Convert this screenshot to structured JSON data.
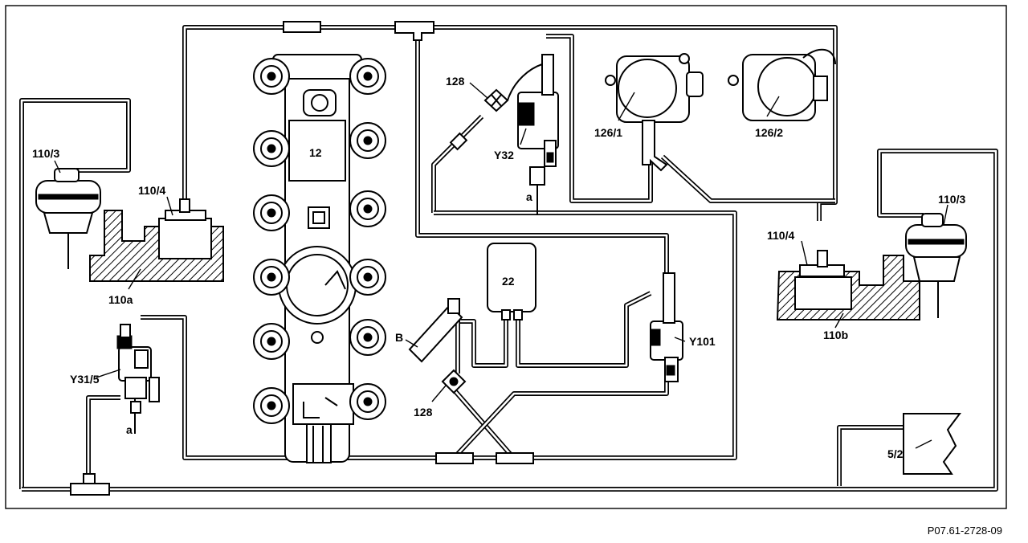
{
  "labels": {
    "l_110_3_left": "110/3",
    "l_110_4_left": "110/4",
    "l_110a": "110a",
    "l_12": "12",
    "l_128_top": "128",
    "l_y32": "Y32",
    "l_a_top": "a",
    "l_126_1": "126/1",
    "l_126_2": "126/2",
    "l_110_4_right": "110/4",
    "l_110_3_right": "110/3",
    "l_110b": "110b",
    "l_22": "22",
    "l_b": "B",
    "l_y101": "Y101",
    "l_128_bottom": "128",
    "l_y31_5": "Y31/5",
    "l_a_left": "a",
    "l_5_2": "5/2"
  },
  "figure_code": "P07.61-2728-09",
  "colors": {
    "ink": "#000000",
    "paper": "#ffffff"
  }
}
